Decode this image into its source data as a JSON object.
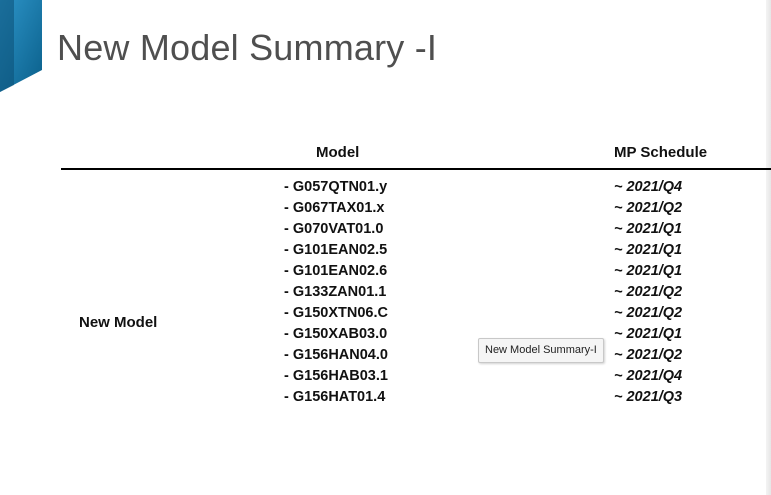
{
  "slide": {
    "title": "New Model Summary -I"
  },
  "table": {
    "header_model": "Model",
    "header_schedule": "MP Schedule",
    "row_label": "New Model",
    "models": [
      "- G057QTN01.y",
      "- G067TAX01.x",
      "- G070VAT01.0",
      "- G101EAN02.5",
      "- G101EAN02.6",
      "- G133ZAN01.1",
      "- G150XTN06.C",
      "- G150XAB03.0",
      "- G156HAN04.0",
      "- G156HAB03.1",
      "- G156HAT01.4"
    ],
    "schedules": [
      "~ 2021/Q4",
      "~ 2021/Q2",
      "~ 2021/Q1",
      "~ 2021/Q1",
      "~ 2021/Q1",
      "~ 2021/Q2",
      "~ 2021/Q2",
      "~ 2021/Q1",
      "~ 2021/Q2",
      "~ 2021/Q4",
      "~ 2021/Q3"
    ]
  },
  "tooltip": {
    "text": "New Model Summary-I"
  },
  "colors": {
    "accent_dark": "#0a5f8a",
    "accent_light": "#2d94c8",
    "title": "#4f4f4f",
    "rule": "#000000"
  }
}
